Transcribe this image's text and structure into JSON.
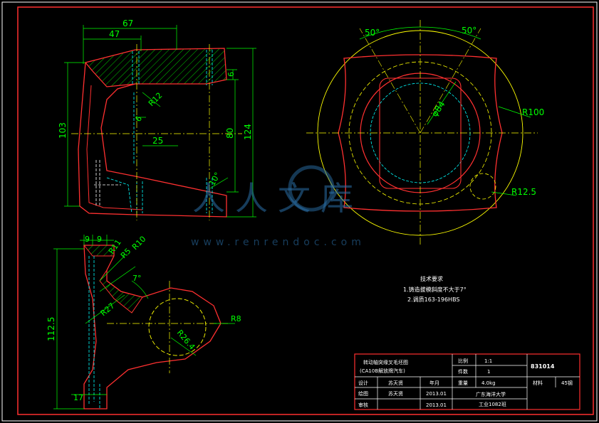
{
  "dimensions": {
    "d67": "67",
    "d47": "47",
    "d6_top": "6",
    "dR12": "R12",
    "d6_mid": "6",
    "d25": "25",
    "d80": "80",
    "d103": "103",
    "d124": "124",
    "d10deg": "10°",
    "d9a": "9",
    "d9b": "9",
    "dR11": "R11",
    "dR5": "R5",
    "dR10": "R10",
    "d7deg": "7°",
    "dR27": "R27",
    "d112_5": "112.5",
    "dR26_4": "R26.4",
    "dR8": "R8",
    "d17": "17",
    "d50a": "50°",
    "d50b": "50°",
    "dphi84": "φ84",
    "dR100": "R100",
    "dR12_5": "R12.5"
  },
  "notes": {
    "title": "技术要求",
    "line1": "1.铸造拔模斜度不大于7°",
    "line2": "2.调质163-196HBS"
  },
  "title_block": {
    "drawing_name_1": "转动轴突缘叉毛坯图",
    "drawing_name_2": "(CA10B解放牌汽车)",
    "scale_label": "比例",
    "scale_value": "1:1",
    "qty_label": "件数",
    "qty_value": "1",
    "code": "831014",
    "design_label": "设计",
    "design_name": "苏天贤",
    "date_label": "年月",
    "weight_label": "重量",
    "weight_value": "4.0kg",
    "material_label": "材料",
    "material_value": "45钢",
    "draw_label": "绘图",
    "draw_name": "苏天贤",
    "draw_date": "2013.01",
    "review_label": "审核",
    "review_date": "2013.01",
    "school": "广东海洋大学",
    "class_name": "工业1082班"
  },
  "watermark": {
    "text": "人人文库",
    "url": "www.renrendoc.com"
  },
  "colors": {
    "outline": "#ff3030",
    "dimension": "#00ff00",
    "center": "#ffff00",
    "hidden": "#00ffff",
    "white": "#ffffff",
    "background": "#000000"
  }
}
